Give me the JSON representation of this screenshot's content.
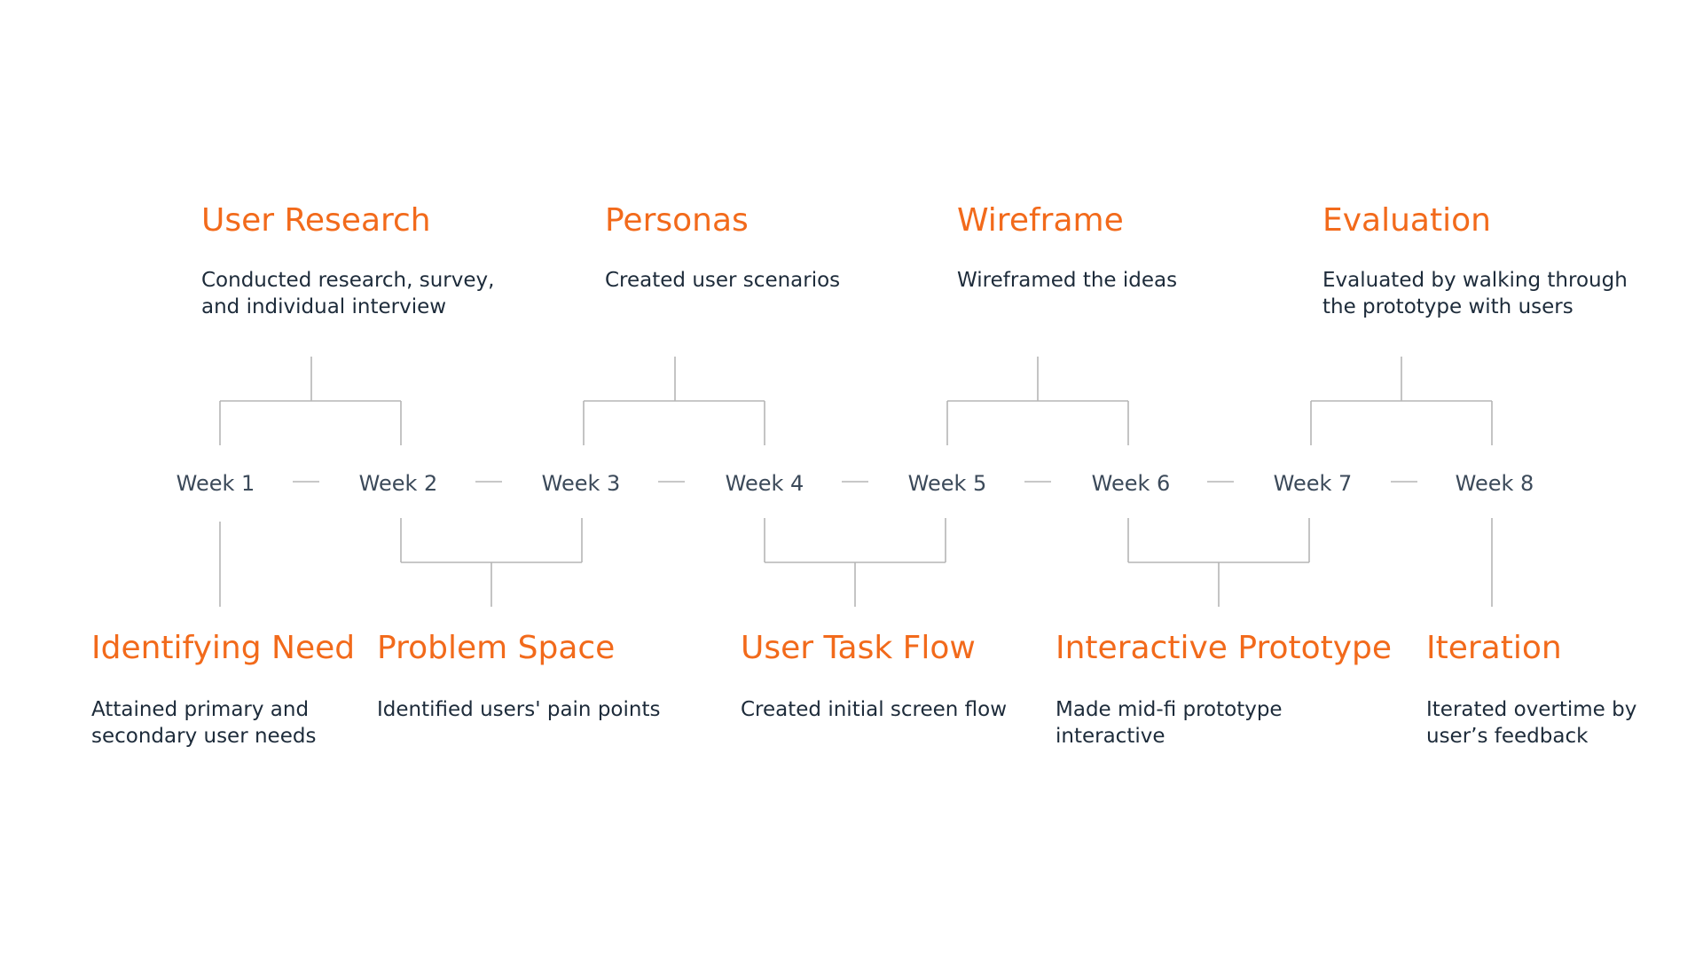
{
  "weeks": [
    "Week 1",
    "Week 2",
    "Week 3",
    "Week 4",
    "Week 5",
    "Week 6",
    "Week 7",
    "Week 8"
  ],
  "top_phases": [
    {
      "title": "User Research",
      "description": "Conducted research, survey, and individual interview",
      "weeks": [
        1,
        2
      ]
    },
    {
      "title": "Personas",
      "description": "Created user scenarios",
      "weeks": [
        3,
        4
      ]
    },
    {
      "title": "Wireframe",
      "description": "Wireframed the ideas",
      "weeks": [
        5,
        6
      ]
    },
    {
      "title": "Evaluation",
      "description": "Evaluated by walking through the prototype with users",
      "weeks": [
        7,
        8
      ]
    }
  ],
  "bottom_phases": [
    {
      "title": "Identifying Need",
      "description": "Attained primary and secondary user needs",
      "weeks": [
        1
      ]
    },
    {
      "title": "Problem Space",
      "description": "Identified users' pain points",
      "weeks": [
        2,
        3
      ]
    },
    {
      "title": "User Task Flow",
      "description": "Created initial screen flow",
      "weeks": [
        4,
        5
      ]
    },
    {
      "title": "Interactive Prototype",
      "description": "Made mid-fi prototype interactive",
      "weeks": [
        6,
        7
      ]
    },
    {
      "title": "Iteration",
      "description": "Iterated overtime by user’s feedback",
      "weeks": [
        8
      ]
    }
  ],
  "colors": {
    "accent": "#f26a1b",
    "text": "#1d2b3a",
    "week_text": "#3c4a5a",
    "lines": "#b5b5b5",
    "background": "#ffffff"
  }
}
